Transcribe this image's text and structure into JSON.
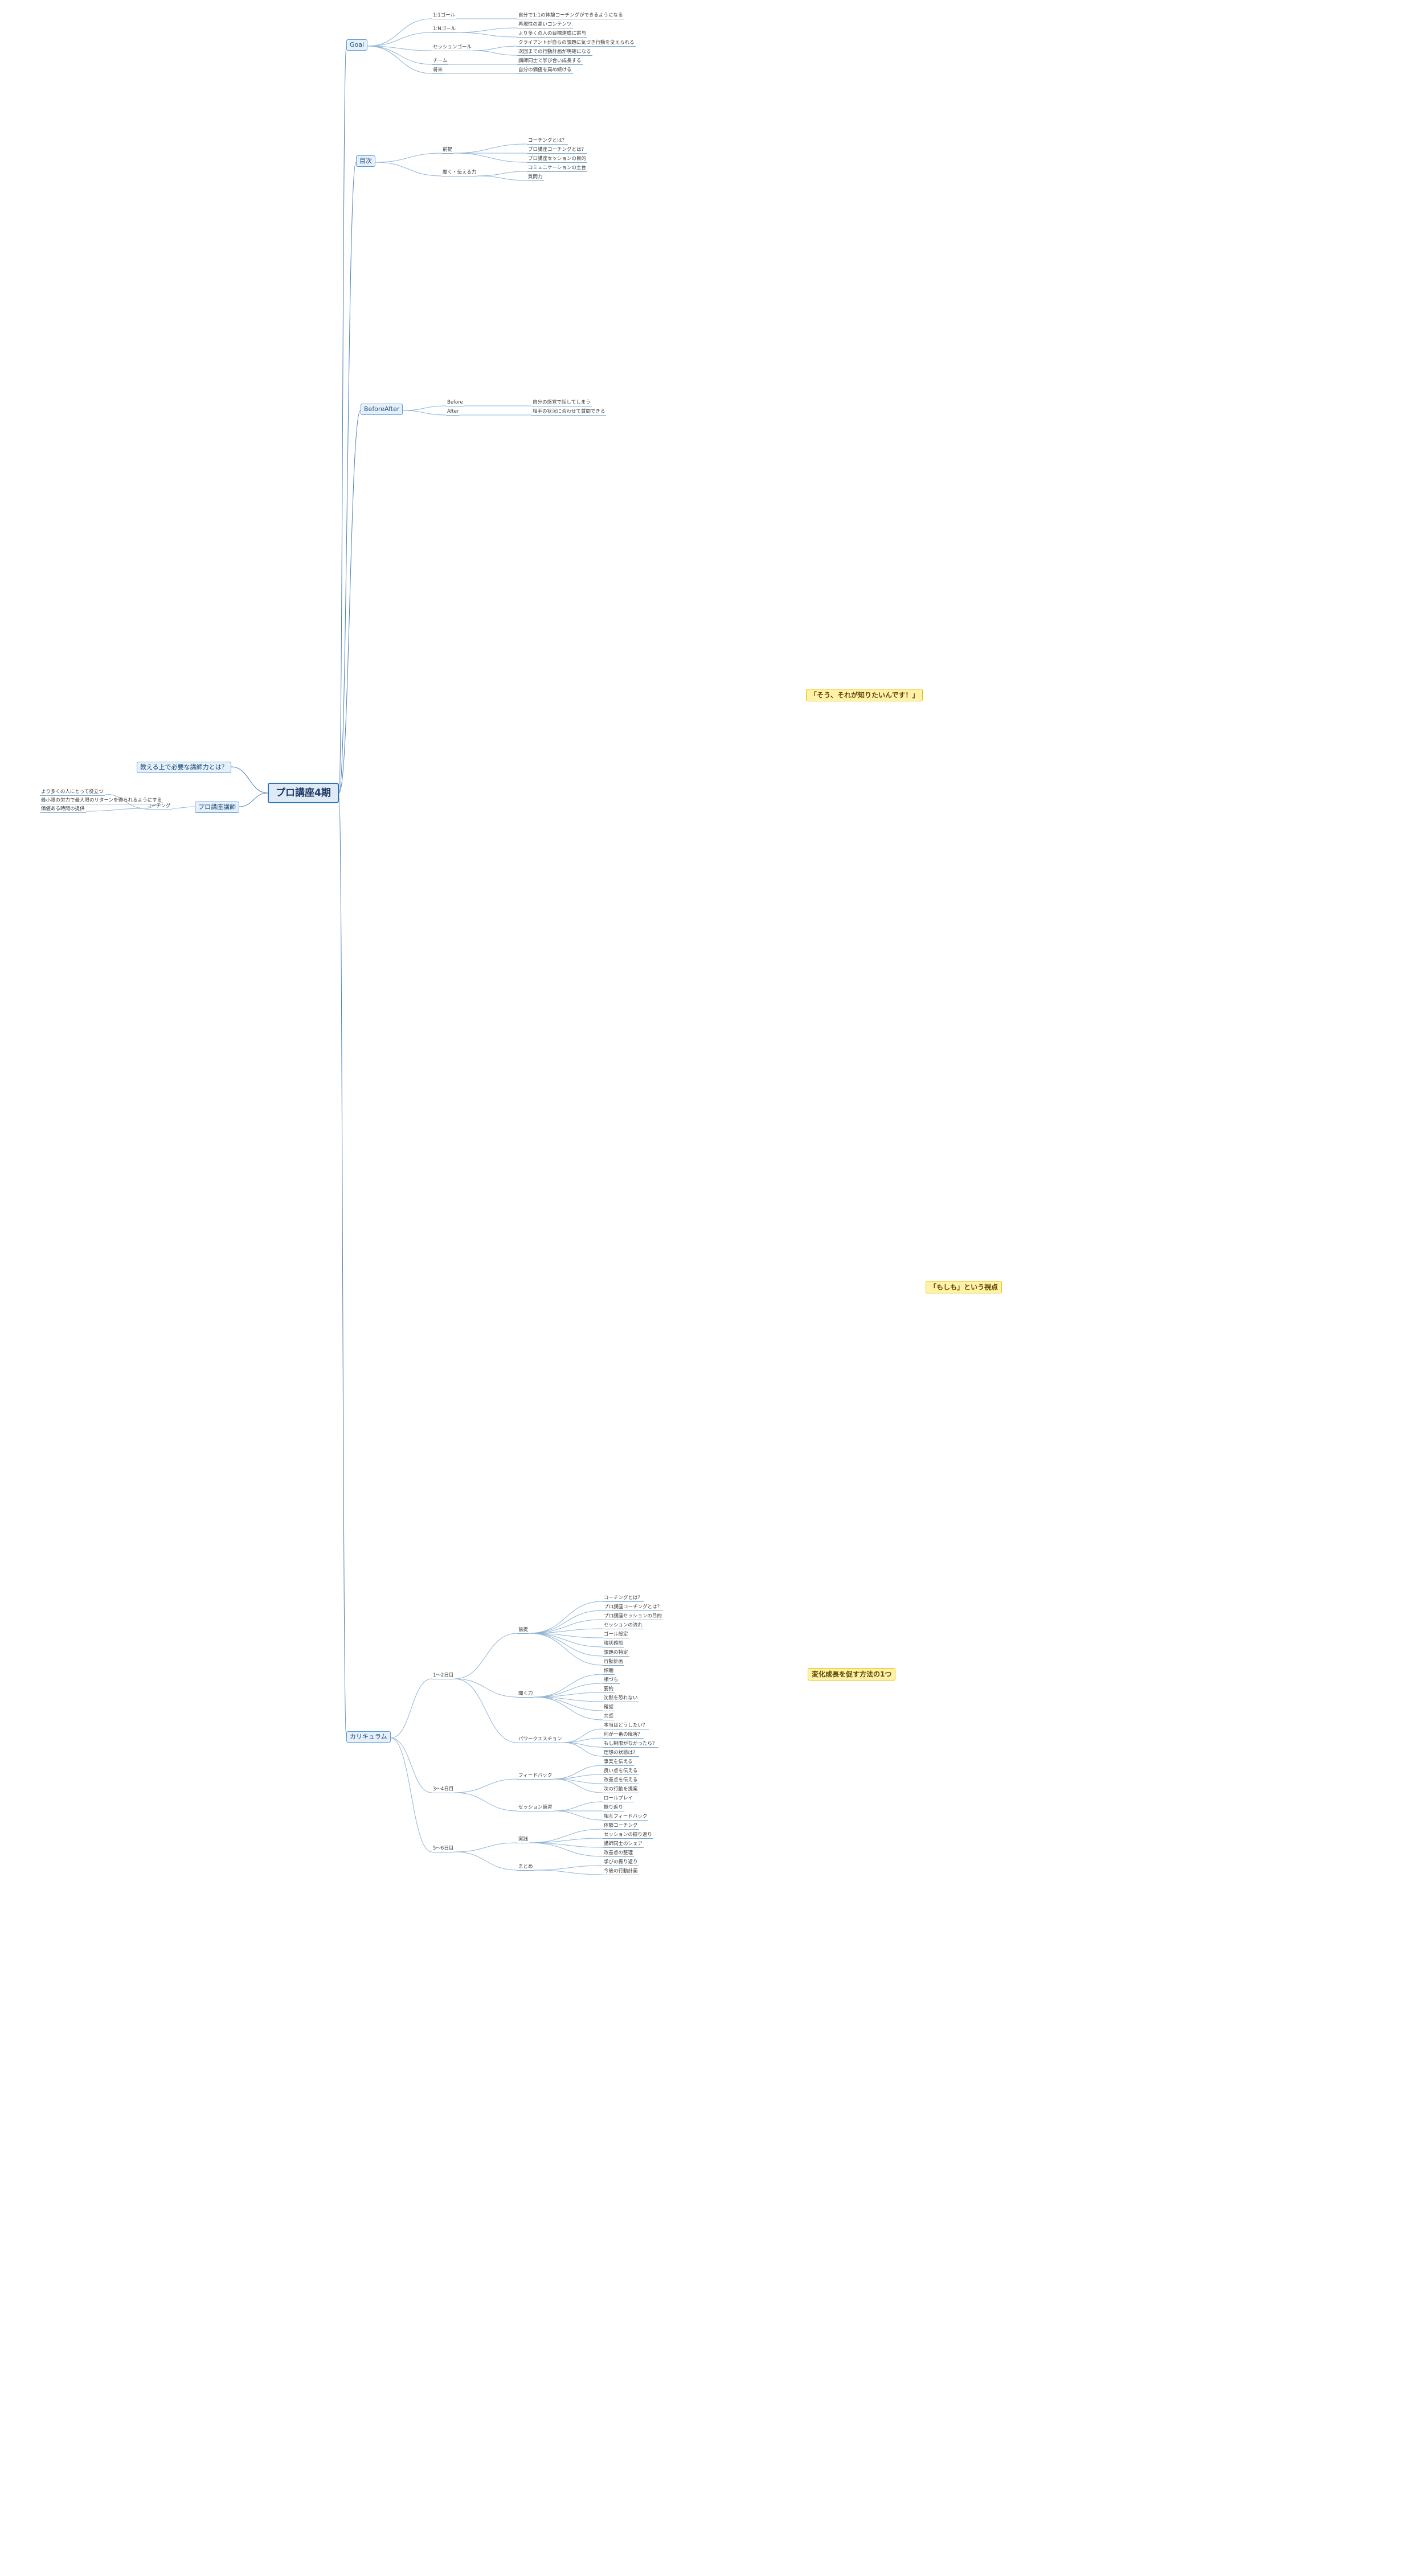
{
  "mindmap": {
    "root": {
      "label": "プロ講座4期"
    },
    "left": [
      {
        "label": "教える上で必要な講師力とは？"
      },
      {
        "label": "プロ講座講師",
        "children": [
          {
            "label": "コーチング",
            "children": [
              {
                "label": "より多くの人にとって役立つ"
              },
              {
                "label": "最小限の労力で最大限のリターンを得られるようにする"
              },
              {
                "label": "価値ある時間の提供"
              }
            ]
          }
        ]
      }
    ],
    "goal": {
      "label": "Goal",
      "children": [
        {
          "label": "1:1ゴール",
          "children": [
            {
              "label": "自分で1:1の体験コーチングができるようになる"
            }
          ]
        },
        {
          "label": "1:Nゴール",
          "children": [
            {
              "label": "再現性の高いコンテンツ"
            },
            {
              "label": "より多くの人の目標達成に寄与"
            }
          ]
        },
        {
          "label": "セッションゴール",
          "children": [
            {
              "label": "クライアントが自らの課題に気づき行動を変えられる"
            },
            {
              "label": "次回までの行動計画が明確になる"
            }
          ]
        },
        {
          "label": "チーム",
          "children": [
            {
              "label": "講師同士で学び合い成長する"
            }
          ]
        },
        {
          "label": "将来",
          "children": [
            {
              "label": "自分の価値を高め続ける"
            }
          ]
        }
      ]
    },
    "mokuji": {
      "label": "目次",
      "children": [
        {
          "label": "前提",
          "children": [
            {
              "label": "コーチングとは？"
            },
            {
              "label": "プロ講座コーチングとは？"
            },
            {
              "label": "プロ講座セッションの目的"
            }
          ]
        },
        {
          "label": "聞く・伝える力",
          "children": [
            {
              "label": "コミュニケーションの土台"
            },
            {
              "label": "質問力"
            }
          ]
        }
      ]
    },
    "before_after": {
      "label": "BeforeAfter",
      "children": [
        {
          "label": "Before",
          "children": [
            {
              "label": "自分の感覚で話してしまう"
            }
          ]
        },
        {
          "label": "After",
          "children": [
            {
              "label": "相手の状況に合わせて質問できる"
            }
          ]
        }
      ]
    },
    "callouts": [
      "「そう、それが知りたいんです！」",
      "「もしも」という視点",
      "変化成長を促す方法の1つ"
    ],
    "curriculum": {
      "label": "カリキュラム",
      "children": [
        {
          "label": "1〜2日目",
          "children": [
            {
              "label": "前提",
              "children": [
                {
                  "label": "コーチングとは？"
                },
                {
                  "label": "プロ講座コーチングとは？"
                },
                {
                  "label": "プロ講座セッションの目的"
                },
                {
                  "label": "セッションの流れ"
                },
                {
                  "label": "ゴール設定"
                },
                {
                  "label": "現状確認"
                },
                {
                  "label": "課題の特定"
                },
                {
                  "label": "行動計画"
                }
              ]
            },
            {
              "label": "聞く力",
              "children": [
                {
                  "label": "傾聴"
                },
                {
                  "label": "相づち"
                },
                {
                  "label": "要約"
                },
                {
                  "label": "沈黙を恐れない"
                },
                {
                  "label": "確認"
                },
                {
                  "label": "共感"
                }
              ]
            },
            {
              "label": "パワークエスチョン",
              "children": [
                {
                  "label": "本当はどうしたい？"
                },
                {
                  "label": "何が一番の障害？"
                },
                {
                  "label": "もし制限がなかったら？"
                },
                {
                  "label": "理想の状態は？"
                }
              ]
            }
          ]
        },
        {
          "label": "3〜4日目",
          "children": [
            {
              "label": "フィードバック",
              "children": [
                {
                  "label": "事実を伝える"
                },
                {
                  "label": "良い点を伝える"
                },
                {
                  "label": "改善点を伝える"
                },
                {
                  "label": "次の行動を提案"
                }
              ]
            },
            {
              "label": "セッション練習",
              "children": [
                {
                  "label": "ロールプレイ"
                },
                {
                  "label": "振り返り"
                },
                {
                  "label": "相互フィードバック"
                }
              ]
            }
          ]
        },
        {
          "label": "5〜6日目",
          "children": [
            {
              "label": "実践",
              "children": [
                {
                  "label": "体験コーチング"
                },
                {
                  "label": "セッションの振り返り"
                },
                {
                  "label": "講師同士のシェア"
                },
                {
                  "label": "改善点の整理"
                }
              ]
            },
            {
              "label": "まとめ",
              "children": [
                {
                  "label": "学びの振り返り"
                },
                {
                  "label": "今後の行動計画"
                }
              ]
            }
          ]
        }
      ]
    }
  }
}
